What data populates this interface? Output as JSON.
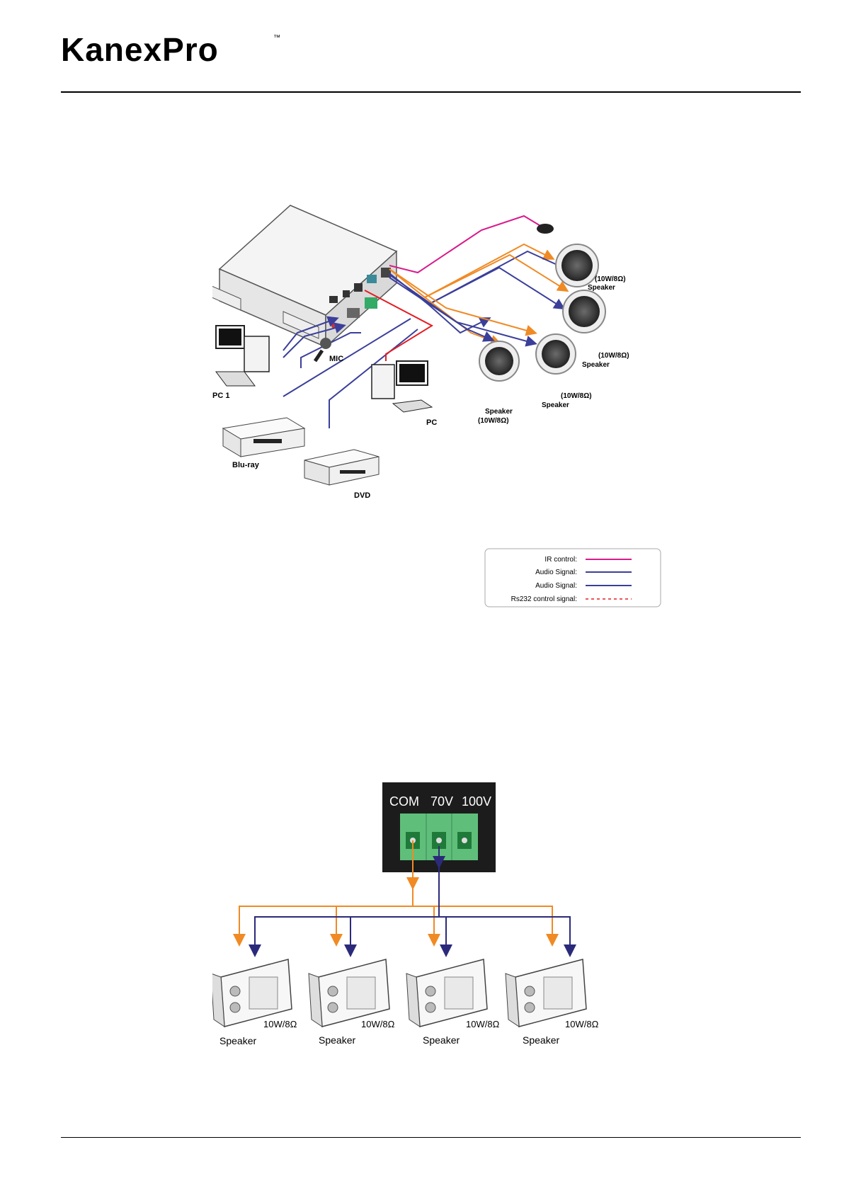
{
  "logo": {
    "text": "KanexPro",
    "trademark": "™"
  },
  "diagram1": {
    "labels": {
      "pc1": "PC 1",
      "mic": "MIC",
      "bluray": "Blu-ray",
      "dvd": "DVD",
      "pc": "PC",
      "speaker_a_name": "Speaker",
      "speaker_a_rating": "(10W/8Ω)",
      "speaker_b_name": "Speaker",
      "speaker_b_rating": "(10W/8Ω)",
      "speaker_c_name": "Speaker",
      "speaker_c_rating": "(10W/8Ω)",
      "speaker_d_name": "Speaker",
      "speaker_d_rating": "(10W/8Ω)"
    },
    "legend": [
      {
        "label": "IR control:",
        "color": "#d81b8c",
        "style": "solid"
      },
      {
        "label": "Audio Signal:",
        "color": "#3b3f9a",
        "style": "solid"
      },
      {
        "label": "Audio Signal:",
        "color": "#3b3f9a",
        "style": "solid"
      },
      {
        "label": "Rs232 control signal:",
        "color": "#e31e24",
        "style": "dashed"
      }
    ],
    "colors": {
      "ir": "#d81b8c",
      "audio": "#3b3f9a",
      "speaker_line": "#f08a24",
      "rs232": "#e31e24"
    }
  },
  "diagram2": {
    "terminals": [
      "COM",
      "70V",
      "100V"
    ],
    "speakers": [
      {
        "name": "Speaker",
        "rating": "10W/8Ω"
      },
      {
        "name": "Speaker",
        "rating": "10W/8Ω"
      },
      {
        "name": "Speaker",
        "rating": "10W/8Ω"
      },
      {
        "name": "Speaker",
        "rating": "10W/8Ω"
      }
    ],
    "colors": {
      "com": "#f08a24",
      "line70": "#2b2a7a",
      "terminal_block": "#5fbf7a",
      "panel": "#1c1c1c"
    }
  }
}
